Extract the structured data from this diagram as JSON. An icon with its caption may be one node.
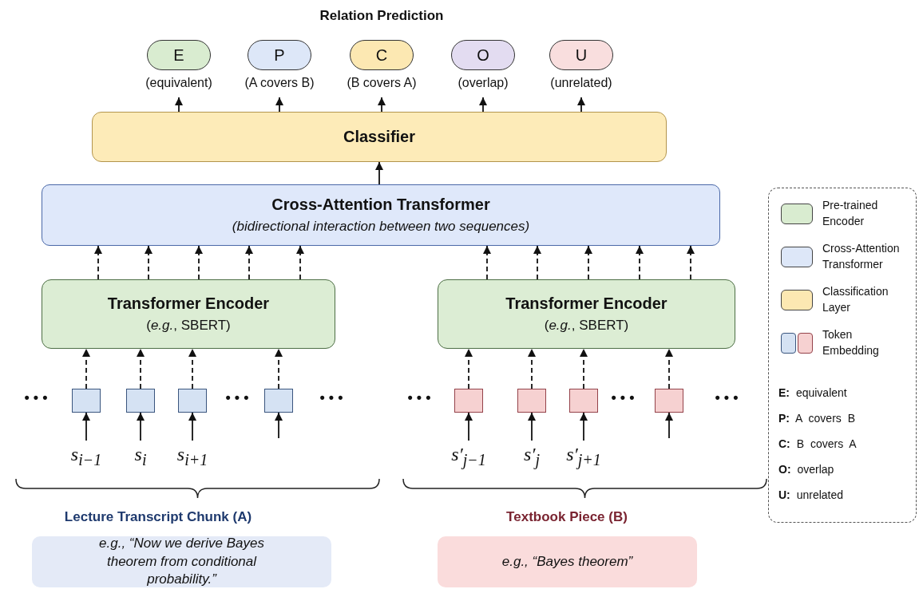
{
  "diagram": {
    "title": "Relation Prediction",
    "nodes": [
      {
        "text": [
          "E"
        ],
        "beside": [
          "(equivalent)"
        ]
      },
      {
        "text": [
          "P"
        ],
        "beside": [
          "(A covers B)"
        ]
      },
      {
        "text": [
          "C"
        ],
        "beside": [
          "(B covers A)"
        ]
      },
      {
        "text": [
          "O"
        ],
        "beside": [
          "(overlap)"
        ]
      },
      {
        "text": [
          "U"
        ],
        "beside": [
          "(unrelated)"
        ]
      },
      {
        "text": [
          "Classifier"
        ]
      },
      {
        "text": [
          "Cross-Attention Transformer",
          "(bidirectional interaction between two sequences)"
        ]
      },
      {
        "text": [
          "Transformer Encoder",
          "(*e.g.*, SBERT)"
        ]
      },
      {
        "text": [
          "Transformer Encoder",
          "(*e.g.*, SBERT)"
        ]
      },
      {
        "text": [],
        "shape": "box"
      },
      {
        "text": [],
        "shape": "box"
      },
      {
        "text": [],
        "shape": "box"
      },
      {
        "text": [],
        "shape": "box"
      },
      {
        "text": [],
        "shape": "box"
      },
      {
        "text": [],
        "shape": "box"
      },
      {
        "text": [],
        "shape": "box"
      },
      {
        "text": [],
        "shape": "box"
      },
      {
        "text": [
          "s$_{i−1}$"
        ]
      },
      {
        "text": [
          "s$_{i}$"
        ]
      },
      {
        "text": [
          "s$_{i+1}$"
        ]
      },
      {
        "text": [
          "s′$_{j−1}$"
        ]
      },
      {
        "text": [
          "s′$_{j}$"
        ]
      },
      {
        "text": [
          "s′$_{j+1}$"
        ]
      },
      {
        "text": [
          "e.g., “Now we derive Bayes theorem from conditional probability.”"
        ]
      },
      {
        "text": [
          "e.g., “Bayes theorem”"
        ]
      }
    ],
    "edges": [
      {
        "from": 5,
        "to": 0,
        "arrow": "to"
      },
      {
        "from": 5,
        "to": 1,
        "arrow": "to"
      },
      {
        "from": 5,
        "to": 2,
        "arrow": "to"
      },
      {
        "from": 5,
        "to": 3,
        "arrow": "to"
      },
      {
        "from": 5,
        "to": 4,
        "arrow": "to"
      },
      {
        "from": 6,
        "to": 5,
        "arrow": "to"
      },
      {
        "from": 7,
        "to": 6,
        "arrow": "to",
        "style": "dashed"
      },
      {
        "from": 7,
        "to": 6,
        "arrow": "to",
        "style": "dashed"
      },
      {
        "from": 7,
        "to": 6,
        "arrow": "to",
        "style": "dashed"
      },
      {
        "from": 7,
        "to": 6,
        "arrow": "to",
        "style": "dashed"
      },
      {
        "from": 7,
        "to": 6,
        "arrow": "to",
        "style": "dashed"
      },
      {
        "from": 8,
        "to": 6,
        "arrow": "to",
        "style": "dashed"
      },
      {
        "from": 8,
        "to": 6,
        "arrow": "to",
        "style": "dashed"
      },
      {
        "from": 8,
        "to": 6,
        "arrow": "to",
        "style": "dashed"
      },
      {
        "from": 8,
        "to": 6,
        "arrow": "to",
        "style": "dashed"
      },
      {
        "from": 8,
        "to": 6,
        "arrow": "to",
        "style": "dashed"
      },
      {
        "from": 9,
        "to": 7,
        "arrow": "to",
        "style": "dashed"
      },
      {
        "from": 10,
        "to": 7,
        "arrow": "to",
        "style": "dashed"
      },
      {
        "from": 11,
        "to": 7,
        "arrow": "to",
        "style": "dashed"
      },
      {
        "from": 12,
        "to": 7,
        "arrow": "to",
        "style": "dashed"
      },
      {
        "from": 13,
        "to": 8,
        "arrow": "to",
        "style": "dashed"
      },
      {
        "from": 14,
        "to": 8,
        "arrow": "to",
        "style": "dashed"
      },
      {
        "from": 15,
        "to": 8,
        "arrow": "to",
        "style": "dashed"
      },
      {
        "from": 16,
        "to": 8,
        "arrow": "to",
        "style": "dashed"
      },
      {
        "from": 17,
        "to": 9,
        "arrow": "to"
      },
      {
        "from": 18,
        "to": 10,
        "arrow": "to"
      },
      {
        "from": 19,
        "to": 11,
        "arrow": "to"
      },
      {
        "from": null,
        "to": 12,
        "arrow": "to"
      },
      {
        "from": 20,
        "to": 13,
        "arrow": "to"
      },
      {
        "from": 21,
        "to": 14,
        "arrow": "to"
      },
      {
        "from": 22,
        "to": 15,
        "arrow": "to"
      },
      {
        "from": null,
        "to": 16,
        "arrow": "to"
      }
    ],
    "labels": [
      "• • •",
      "• • •",
      "• • •",
      "• • •",
      "• • •",
      "• • •",
      "Lecture Transcript Chunk (A)",
      "Textbook Piece (B)",
      "**E:** equivalent",
      "**P:** A covers B",
      "**C:** B covers A",
      "**O:** overlap",
      "**U:** unrelated"
    ],
    "legend": [
      {
        "text": "Pre-trained Encoder",
        "color": "#d9ecd0"
      },
      {
        "text": "Cross-Attention Transformer",
        "color": "#dde7f8"
      },
      {
        "text": "Classification Layer",
        "color": "#fce8b2"
      },
      {
        "text": "Token Embedding"
      }
    ]
  }
}
